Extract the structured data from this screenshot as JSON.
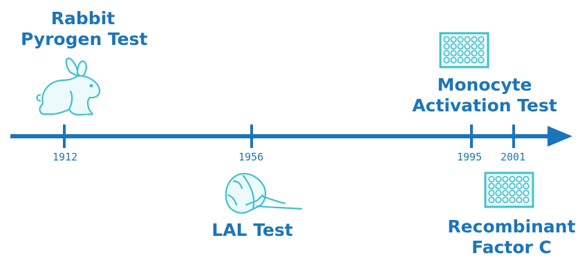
{
  "colors": {
    "timeline": "#1b75bb",
    "icon": "#3fc1cb",
    "icon_fill": "#ecfafb"
  },
  "timeline": {
    "events": [
      {
        "year": "1912",
        "label_lines": [
          "Rabbit",
          "Pyrogen Test"
        ],
        "icon": "rabbit-icon"
      },
      {
        "year": "1956",
        "label_lines": [
          "LAL Test"
        ],
        "icon": "horseshoe-crab-icon"
      },
      {
        "year": "1995",
        "label_lines": [
          "Monocyte",
          "Activation Test"
        ],
        "icon": "well-plate-icon"
      },
      {
        "year": "2001",
        "label_lines": [
          "Recombinant",
          "Factor C"
        ],
        "icon": "well-plate-icon"
      }
    ]
  }
}
